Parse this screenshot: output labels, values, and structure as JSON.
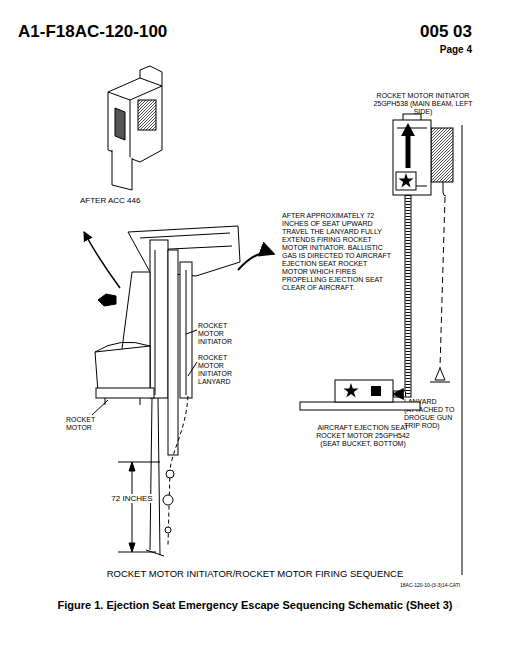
{
  "diagram": {
    "title": "ROCKET MOTOR INITIATOR/ROCKET MOTOR FIRING SEQUENCE",
    "caption": "Figure 1. Ejection Seat Emergency Escape Sequencing Schematic (Sheet 3)",
    "nodes": [
      {
        "text": [
          "ROCKET MOTOR INITIATOR 25GPH538 (MAIN BEAM, LEFT SIDE)"
        ]
      },
      {
        "text": [
          "AIRCRAFT EJECTION SEAT ROCKET MOTOR 25GPH542 (SEAT BUCKET, BOTTOM)"
        ]
      }
    ],
    "edges": [
      {
        "from": 0,
        "to": 1,
        "arrow": "to"
      }
    ],
    "labels": [
      "A1-F18AC-120-100",
      "005 03",
      "Page 4",
      "AFTER ACC 446",
      "ROCKET MOTOR INITIATOR",
      "ROCKET MOTOR INITIATOR LANYARD",
      "ROCKET MOTOR",
      "72 INCHES",
      "AFTER APPROXIMATELY 72 INCHES OF SEAT UPWARD TRAVEL THE LANYARD FULLY EXTENDS FIRING ROCKET MOTOR INITIATOR. BALLISTIC GAS IS DIRECTED TO AIRCRAFT EJECTION SEAT ROCKET MOTOR WHICH FIRES PROPELLING EJECTION SEAT CLEAR OF AIRCRAFT.",
      "LANYARD (ATTACHED TO DROGUE GUN TRIP ROD)",
      "18AC-120-10-(3-3)14-CATI"
    ]
  }
}
